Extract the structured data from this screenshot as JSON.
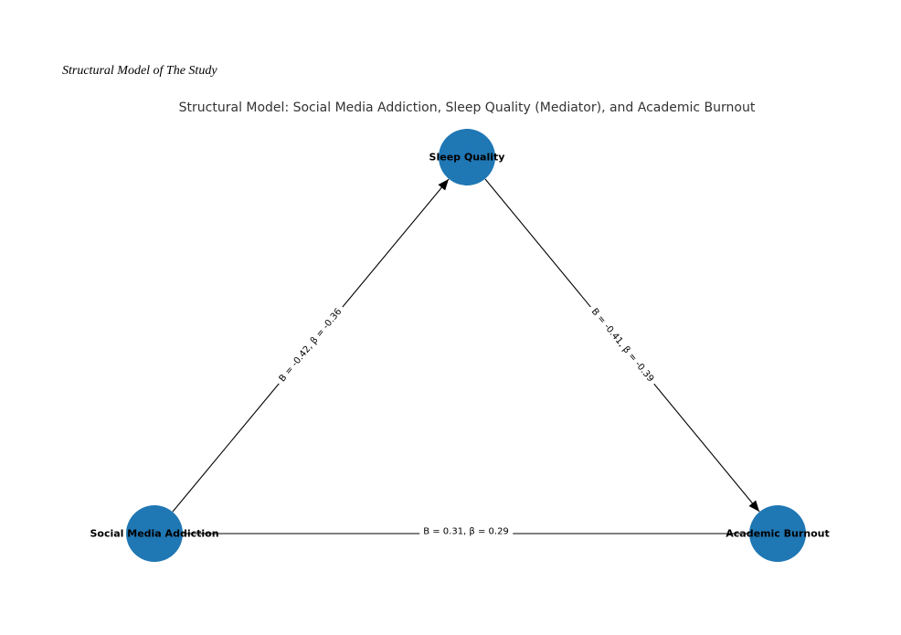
{
  "figure": {
    "caption": "Structural Model of The Study",
    "title": "Structural Model: Social Media Addiction, Sleep Quality (Mediator), and Academic Burnout"
  },
  "colors": {
    "node_fill": "#1f77b4",
    "edge_stroke": "#000000",
    "title_text": "#333333",
    "label_text": "#000000"
  },
  "diagram": {
    "type": "mediation-path-model",
    "nodes": [
      {
        "id": "social-media-addiction",
        "label": "Social Media Addiction"
      },
      {
        "id": "sleep-quality",
        "label": "Sleep Quality"
      },
      {
        "id": "academic-burnout",
        "label": "Academic Burnout"
      }
    ],
    "edges": [
      {
        "from": "social-media-addiction",
        "to": "sleep-quality",
        "label": "B = -0.42, β = -0.36"
      },
      {
        "from": "sleep-quality",
        "to": "academic-burnout",
        "label": "B = -0.41, β = -0.39"
      },
      {
        "from": "social-media-addiction",
        "to": "academic-burnout",
        "label": "B = 0.31, β = 0.29"
      }
    ]
  }
}
